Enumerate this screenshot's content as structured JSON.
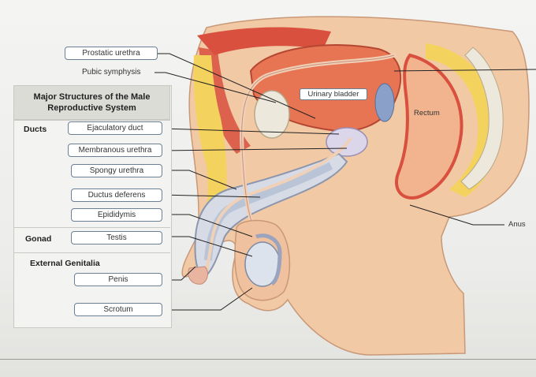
{
  "panel": {
    "title": "Major Structures of the Male Reproductive System",
    "sections": {
      "ducts": "Ducts",
      "gonad": "Gonad",
      "external": "External Genitalia"
    }
  },
  "labels": {
    "prostatic_urethra": "Prostatic urethra",
    "pubic_symphysis": "Pubic symphysis",
    "ejaculatory_duct": "Ejaculatory duct",
    "membranous_urethra": "Membranous urethra",
    "spongy_urethra": "Spongy urethra",
    "ductus_deferens": "Ductus deferens",
    "epididymis": "Epididymis",
    "testis": "Testis",
    "penis": "Penis",
    "scrotum": "Scrotum"
  },
  "figure_labels": {
    "urinary_bladder": "Urinary bladder",
    "rectum": "Rectum",
    "anus": "Anus"
  },
  "colors": {
    "skin": "#f2c9a5",
    "muscle": "#d9503e",
    "bladder": "#e77452",
    "fat": "#f4d25e",
    "bone": "#ece8dc",
    "tissue": "#b9c5d6",
    "label_border": "#6b7f95"
  }
}
